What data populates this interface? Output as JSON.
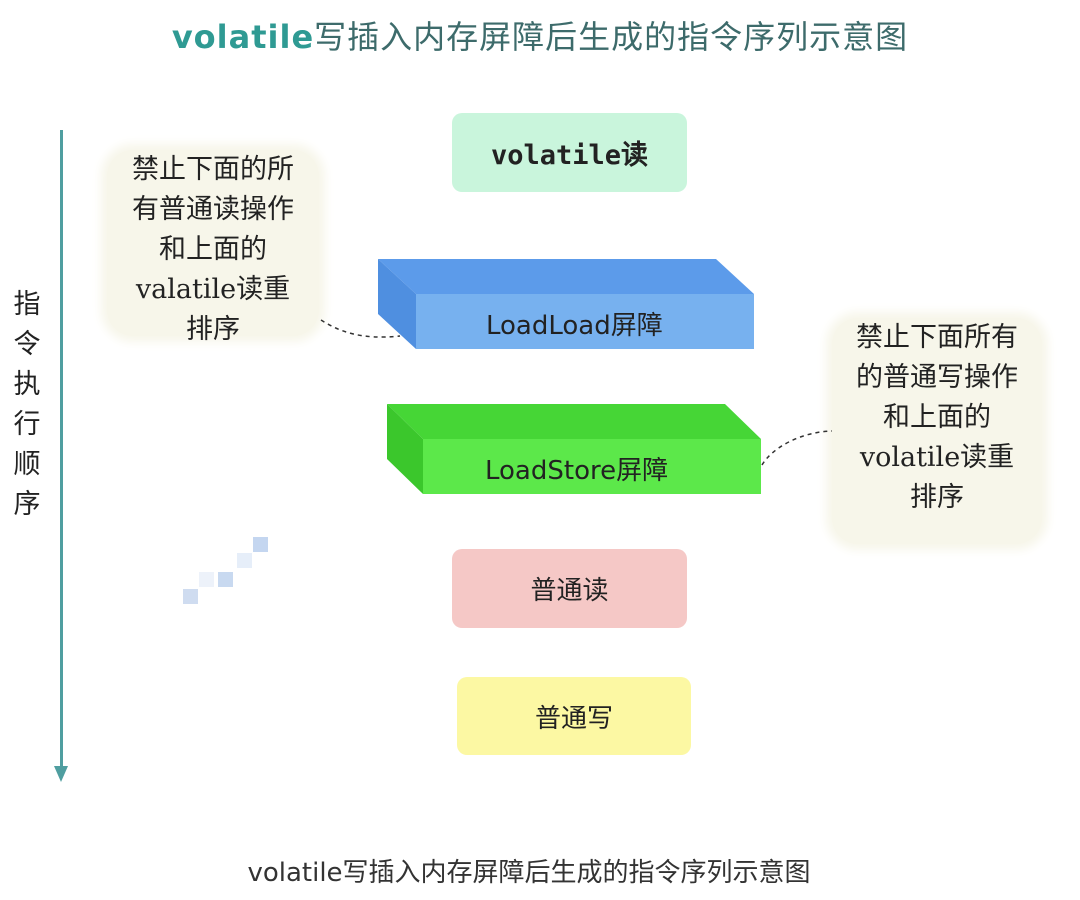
{
  "title": {
    "prefix": "volatile",
    "rest": "写插入内存屏障后生成的指令序列示意图"
  },
  "axis": {
    "label": "指令执行顺序"
  },
  "boxes": {
    "volatile_read": "volatile读",
    "loadload_barrier": "LoadLoad屏障",
    "loadstore_barrier": "LoadStore屏障",
    "normal_read": "普通读",
    "normal_write": "普通写"
  },
  "notes": {
    "left": [
      "禁止下面的所",
      "有普通读操作",
      "和上面的",
      "valatile读重",
      "排序"
    ],
    "right": [
      "禁止下面所有",
      "的普通写操作",
      "和上面的",
      "volatile读重",
      "排序"
    ]
  },
  "caption": "volatile写插入内存屏障后生成的指令序列示意图",
  "colors": {
    "title_prefix": "#2f9a93",
    "axis": "#4f9ea0",
    "volatile_read_bg": "#c9f5dc",
    "loadload_front": "#77b1ef",
    "loadload_top": "#5c9bea",
    "loadstore_front": "#5ce84a",
    "loadstore_top": "#46d636",
    "normal_read_bg": "#f5c8c6",
    "normal_write_bg": "#fcf8a3",
    "note_bg": "#f7f6ea"
  }
}
